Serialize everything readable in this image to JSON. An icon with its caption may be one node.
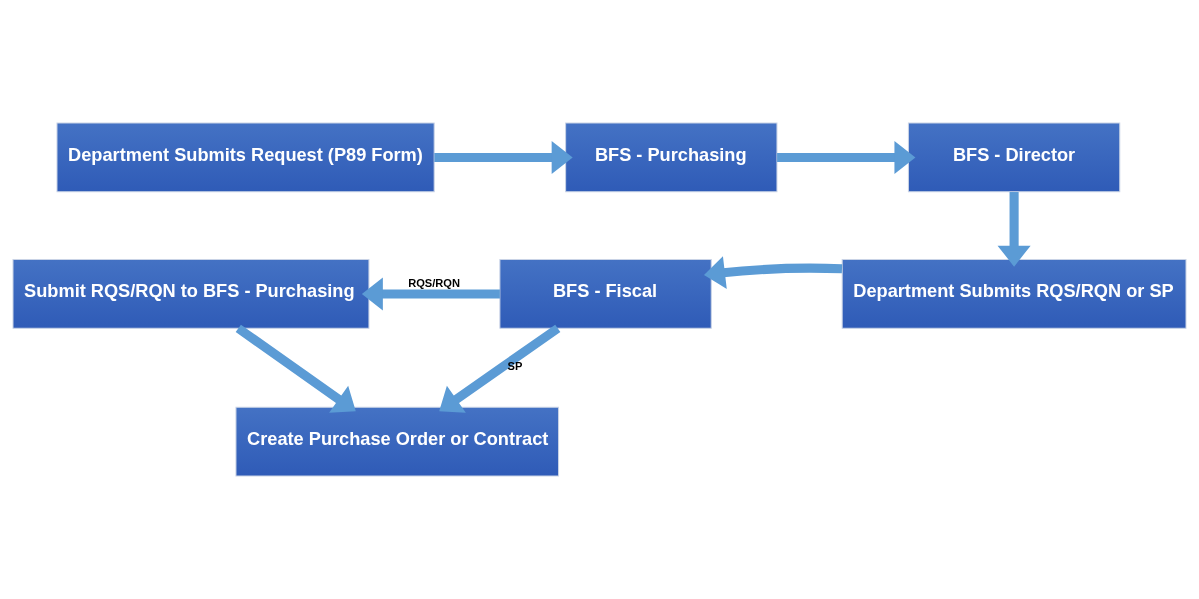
{
  "diagram": {
    "nodes": [
      {
        "text": [
          "Department Submits Request (P89 Form)"
        ]
      },
      {
        "text": [
          "BFS - Purchasing"
        ]
      },
      {
        "text": [
          "BFS - Director"
        ]
      },
      {
        "text": [
          "Department Submits RQS/RQN or SP"
        ]
      },
      {
        "text": [
          "BFS - Fiscal"
        ]
      },
      {
        "text": [
          "Submit RQS/RQN to BFS - Purchasing"
        ]
      },
      {
        "text": [
          "Create Purchase Order or Contract"
        ]
      }
    ],
    "edges": [
      {
        "from": 0,
        "to": 1,
        "arrow": "to"
      },
      {
        "from": 1,
        "to": 2,
        "arrow": "to"
      },
      {
        "from": 2,
        "to": 3,
        "arrow": "to"
      },
      {
        "from": 3,
        "to": 4,
        "arrow": "to"
      },
      {
        "from": 4,
        "to": 5,
        "arrow": "to",
        "label": "RQS/RQN"
      },
      {
        "from": 4,
        "to": 6,
        "arrow": "to",
        "label": "SP"
      },
      {
        "from": 5,
        "to": 6,
        "arrow": "to"
      }
    ]
  }
}
